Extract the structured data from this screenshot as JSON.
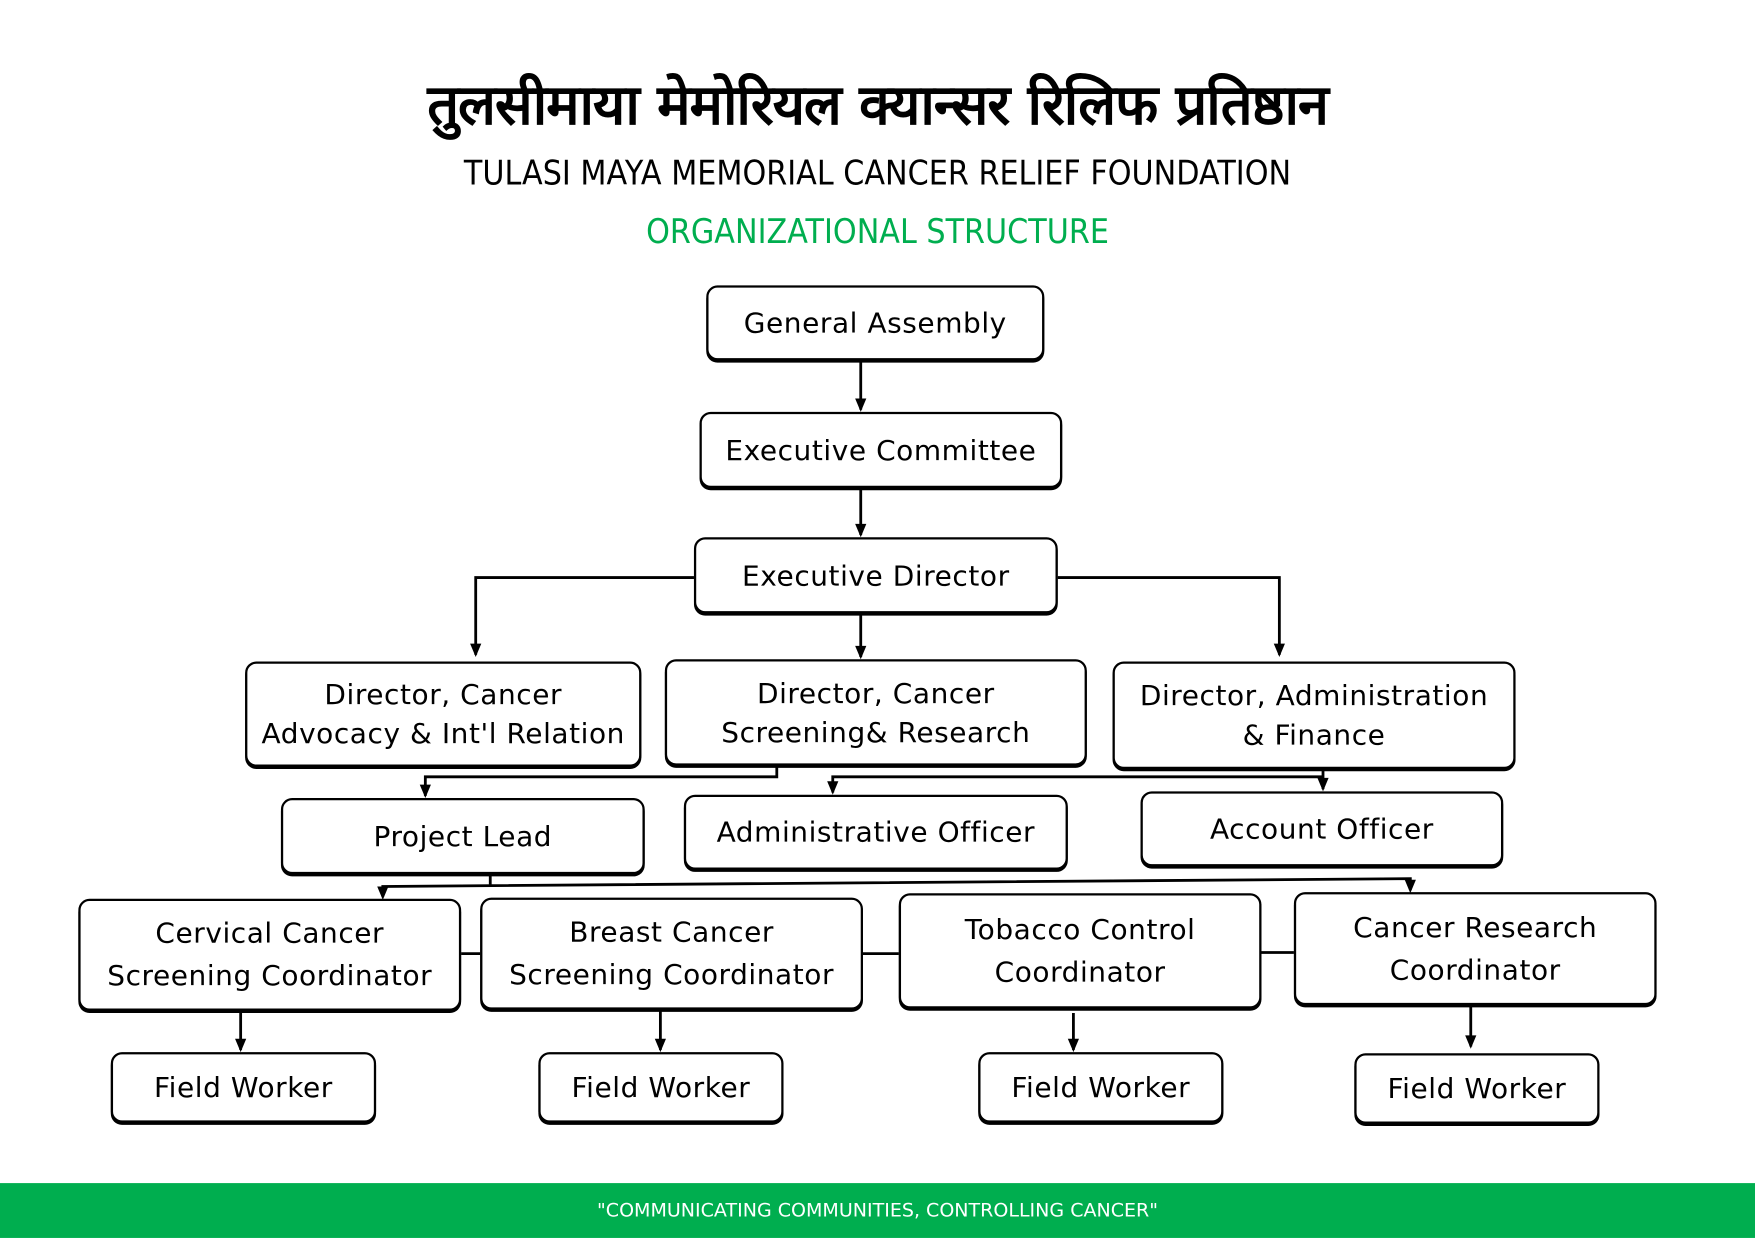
{
  "header": {
    "nepali_title": "तुलसीमाया मेमोरियल क्यान्सर रिलिफ प्रतिष्ठान",
    "english_title": "TULASI MAYA MEMORIAL CANCER RELIEF FOUNDATION",
    "subtitle": "ORGANIZATIONAL STRUCTURE"
  },
  "nodes": {
    "general_assembly": "General Assembly",
    "executive_committee": "Executive Committee",
    "executive_director": "Executive Director",
    "director_advocacy": [
      "Director, Cancer",
      "Advocacy & Int'l Relation"
    ],
    "director_screening": [
      "Director, Cancer",
      "Screening& Research"
    ],
    "director_admin": [
      "Director, Administration",
      "& Finance"
    ],
    "project_lead": "Project Lead",
    "administrative_officer": "Administrative Officer",
    "account_officer": "Account Officer",
    "cervical_coordinator": [
      "Cervical Cancer",
      "Screening Coordinator"
    ],
    "breast_coordinator": [
      "Breast Cancer",
      "Screening Coordinator"
    ],
    "tobacco_coordinator": [
      "Tobacco Control",
      "Coordinator"
    ],
    "research_coordinator": [
      "Cancer Research",
      "Coordinator"
    ],
    "field_workers": [
      "Field Worker",
      "Field Worker",
      "Field Worker",
      "Field Worker"
    ]
  },
  "footer": {
    "tagline": "\"COMMUNICATING COMMUNITIES, CONTROLLING CANCER\""
  },
  "colors": {
    "accent": "#00ae4f",
    "line": "#000000"
  }
}
